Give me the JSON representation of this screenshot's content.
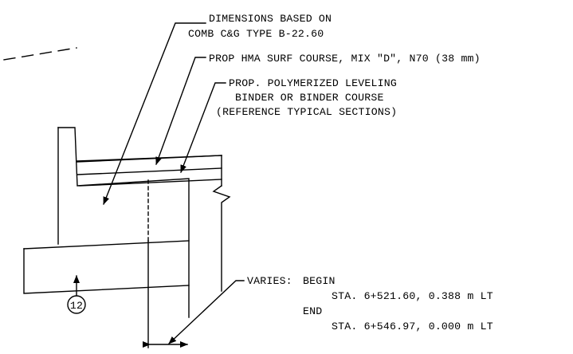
{
  "notes": {
    "dimensions": [
      "DIMENSIONS BASED ON",
      "COMB C&G TYPE B-22.60"
    ],
    "surface_course": "PROP HMA SURF COURSE, MIX \"D\", N70 (38 mm)",
    "leveling": [
      "PROP. POLYMERIZED LEVELING",
      "BINDER OR BINDER COURSE",
      "(REFERENCE TYPICAL SECTIONS)"
    ],
    "varies": {
      "label": "VARIES:",
      "begin": "BEGIN",
      "begin_sta": "STA. 6+521.60, 0.388 m LT",
      "end": "END",
      "end_sta": "STA. 6+546.97, 0.000 m LT"
    }
  },
  "callout": {
    "number": "12"
  },
  "colors": {
    "line": "#000000",
    "background": "#ffffff"
  }
}
